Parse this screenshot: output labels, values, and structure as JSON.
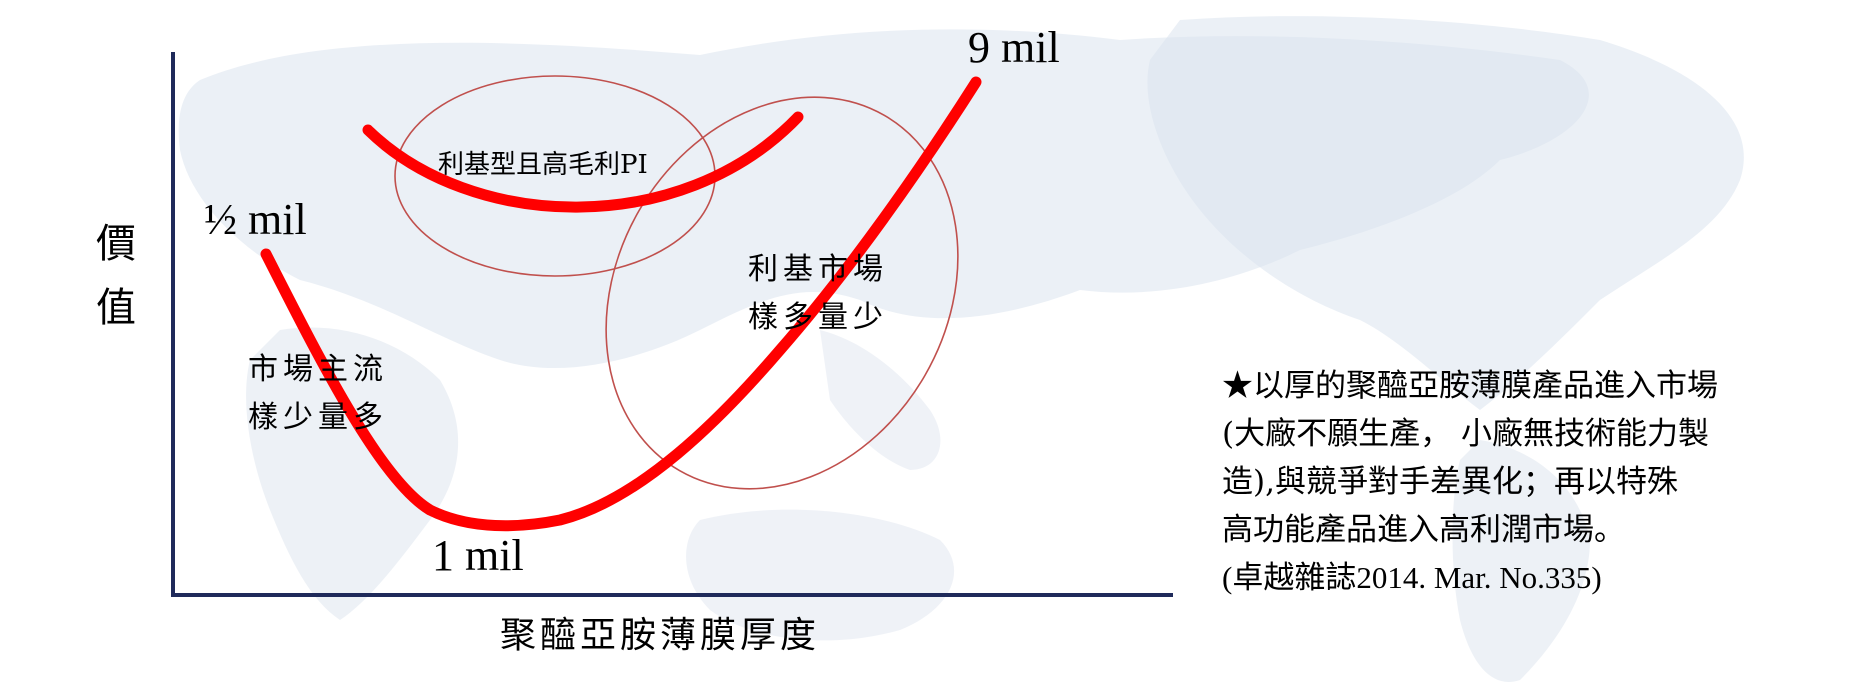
{
  "diagram": {
    "y_axis_label": [
      "價",
      "值"
    ],
    "x_axis_label": "聚醯亞胺薄膜厚度",
    "points": {
      "half_mil": "½ mil",
      "one_mil": "1 mil",
      "nine_mil": "9 mil"
    },
    "zones": {
      "mainstream": [
        "市場主流",
        "樣少量多"
      ],
      "niche": [
        "利基市場",
        "樣多量少"
      ],
      "high_margin_pi": "利基型且高毛利PI"
    },
    "colors": {
      "curve": "#ff0000",
      "ellipse": "#c0504d",
      "axis": "#1f2a5a",
      "map": "#dbe3ee"
    }
  },
  "note": {
    "lines": [
      "★以厚的聚醯亞胺薄膜產品進入市場",
      "(大廠不願生產， 小廠無技術能力製",
      "造),與競爭對手差異化；再以特殊",
      "高功能產品進入高利潤市場。"
    ],
    "source": "(卓越雜誌2014. Mar. No.335)"
  }
}
